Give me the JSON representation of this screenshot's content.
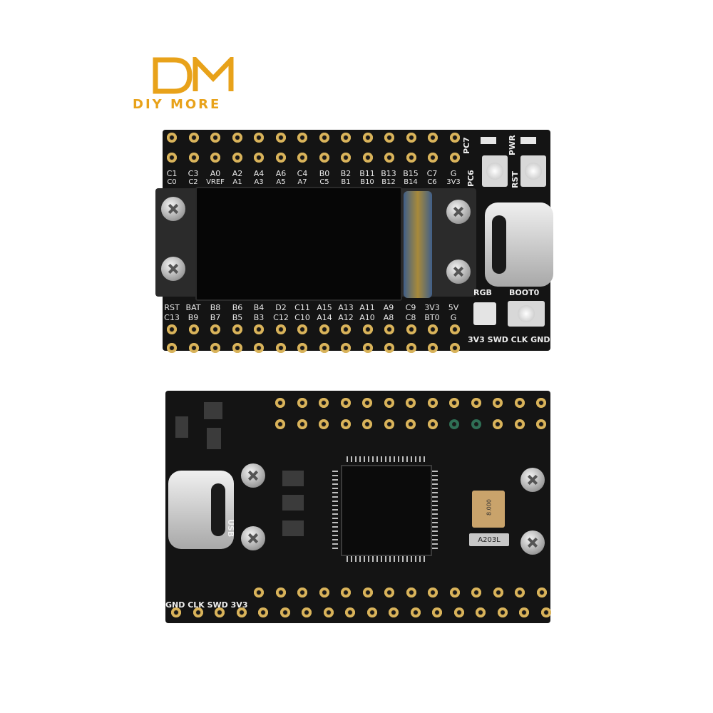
{
  "brand": {
    "mark": "DM",
    "name": "DIY MORE",
    "color": "#e8a21a"
  },
  "top_board": {
    "upper_labels_row1": [
      "C1",
      "C3",
      "A0",
      "A2",
      "A4",
      "A6",
      "C4",
      "B0",
      "B2",
      "B11",
      "B13",
      "B15",
      "C7",
      "G"
    ],
    "upper_labels_row2": [
      "C0",
      "C2",
      "VREF",
      "A1",
      "A3",
      "A5",
      "A7",
      "C5",
      "B1",
      "B10",
      "B12",
      "B14",
      "C6",
      "3V3"
    ],
    "lower_labels_row1": [
      "RST",
      "BAT",
      "B8",
      "B6",
      "B4",
      "D2",
      "C11",
      "A15",
      "A13",
      "A11",
      "A9",
      "C9",
      "3V3",
      "5V"
    ],
    "lower_labels_row2": [
      "C13",
      "B9",
      "B7",
      "B5",
      "B3",
      "C12",
      "C10",
      "A14",
      "A12",
      "A10",
      "A8",
      "C8",
      "BT0",
      "G"
    ],
    "side_labels": {
      "pc7": "PC7",
      "pwr": "PWR",
      "pc6": "PC6",
      "rst": "RST",
      "rgb": "RGB",
      "boot0": "BOOT0",
      "debug": "3V3 SWD CLK GND"
    }
  },
  "bottom_board": {
    "usb_label": "USB",
    "debug_label": "GND CLK SWD 3V3",
    "crystal_label": "A203L",
    "osc_label": "8.000"
  }
}
